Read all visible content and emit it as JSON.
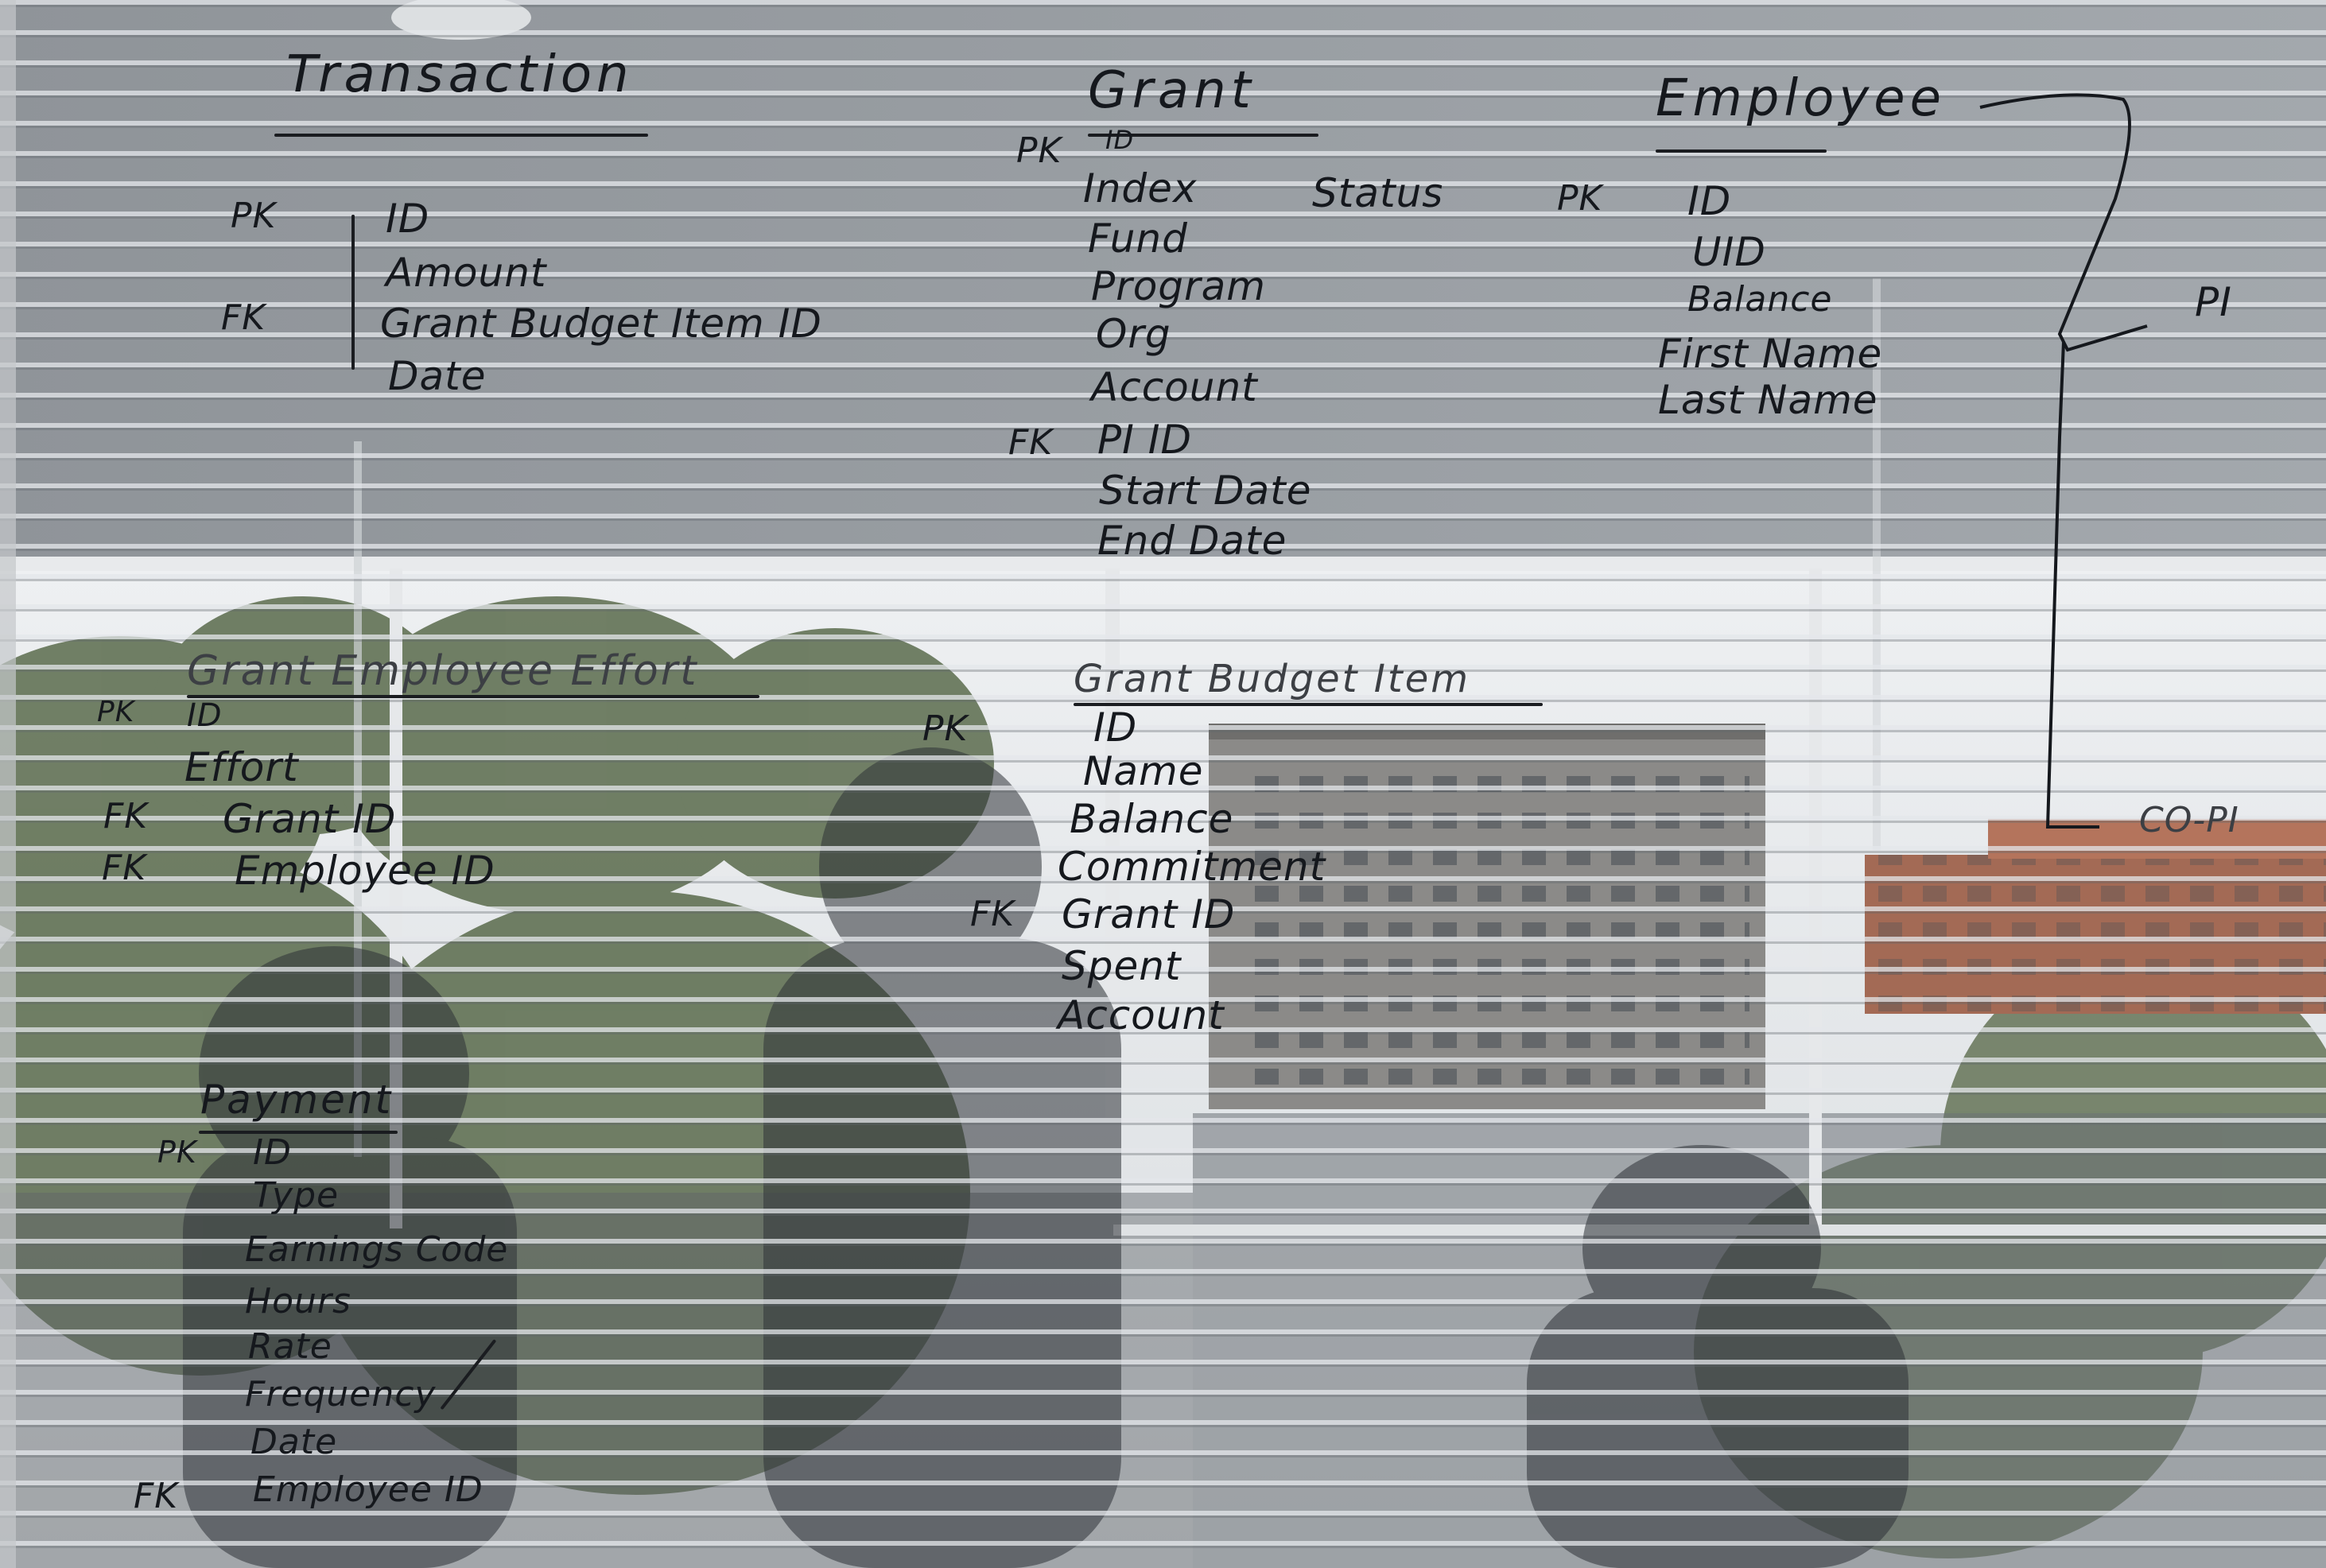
{
  "scene": "whiteboard",
  "ink_color": "#15181d",
  "tables": {
    "transaction": {
      "title": "Transaction",
      "pk": "PK",
      "fk": "FK",
      "fields": [
        "ID",
        "Amount",
        "Grant Budget Item ID",
        "Date"
      ]
    },
    "grant": {
      "title": "Grant",
      "pk": "PK",
      "fk": "FK",
      "status": "Status",
      "fields": [
        "ID",
        "Index",
        "Fund",
        "Program",
        "Org",
        "Account",
        "PI ID",
        "Start Date",
        "End Date"
      ]
    },
    "employee": {
      "title": "Employee",
      "pk": "PK",
      "fields": [
        "ID",
        "UID",
        "Balance",
        "First Name",
        "Last Name"
      ],
      "relation_pi": "PI",
      "relation_copi": "CO-PI"
    },
    "grant_employee_effort": {
      "title": "Grant Employee Effort",
      "pk": "PK",
      "fk1": "FK",
      "fk2": "FK",
      "fields": [
        "ID",
        "Effort",
        "Grant ID",
        "Employee ID"
      ]
    },
    "grant_budget_item": {
      "title": "Grant Budget Item",
      "pk": "PK",
      "fk": "FK",
      "fields": [
        "ID",
        "Name",
        "Balance",
        "Commitment",
        "Grant ID",
        "Spent",
        "Account"
      ]
    },
    "payment": {
      "title": "Payment",
      "pk": "PK",
      "fk": "FK",
      "fields": [
        "ID",
        "Type",
        "Earnings Code",
        "Hours",
        "Rate",
        "Frequency",
        "Date",
        "Employee ID"
      ]
    }
  }
}
